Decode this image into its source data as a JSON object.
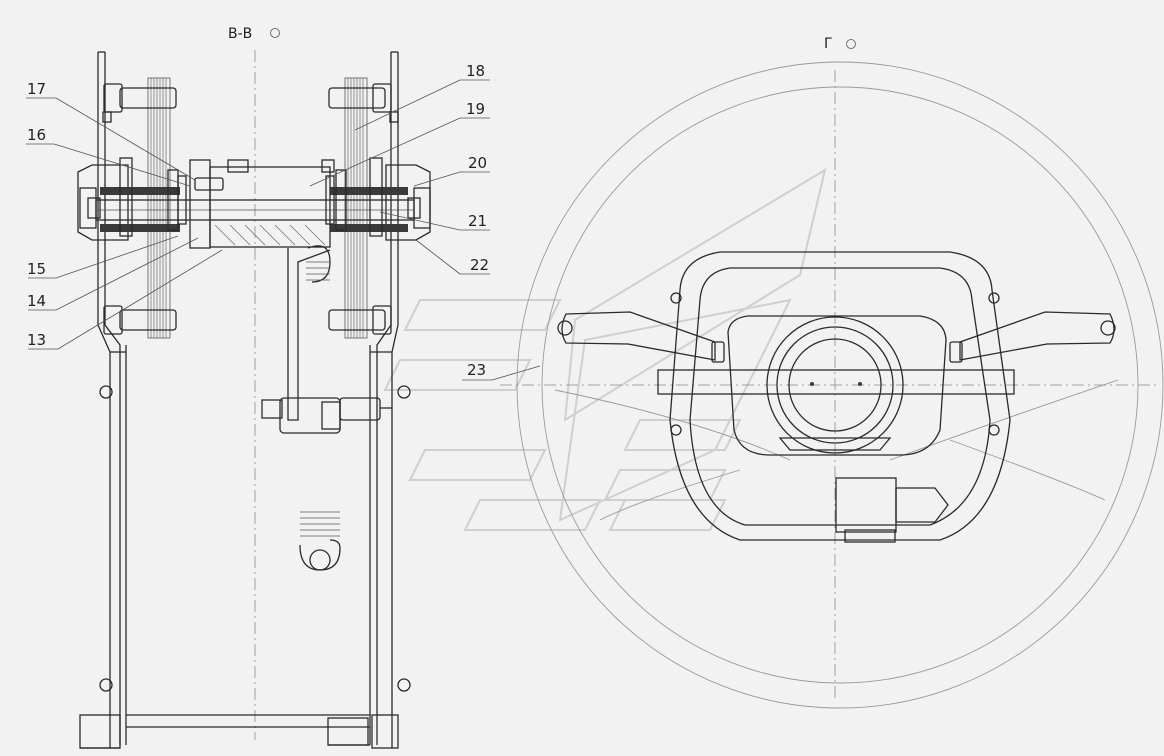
{
  "section_views": {
    "left_title": "В-В",
    "right_title": "Г"
  },
  "callouts": [
    {
      "id": "c13",
      "text": "13"
    },
    {
      "id": "c14",
      "text": "14"
    },
    {
      "id": "c15",
      "text": "15"
    },
    {
      "id": "c16",
      "text": "16"
    },
    {
      "id": "c17",
      "text": "17"
    },
    {
      "id": "c18",
      "text": "18"
    },
    {
      "id": "c19",
      "text": "19"
    },
    {
      "id": "c20",
      "text": "20"
    },
    {
      "id": "c21",
      "text": "21"
    },
    {
      "id": "c22",
      "text": "22"
    },
    {
      "id": "c23",
      "text": "23"
    }
  ],
  "colors": {
    "background": "#f2f2f2",
    "line": "#2a2a2a",
    "watermark": "#cfcfcf"
  }
}
